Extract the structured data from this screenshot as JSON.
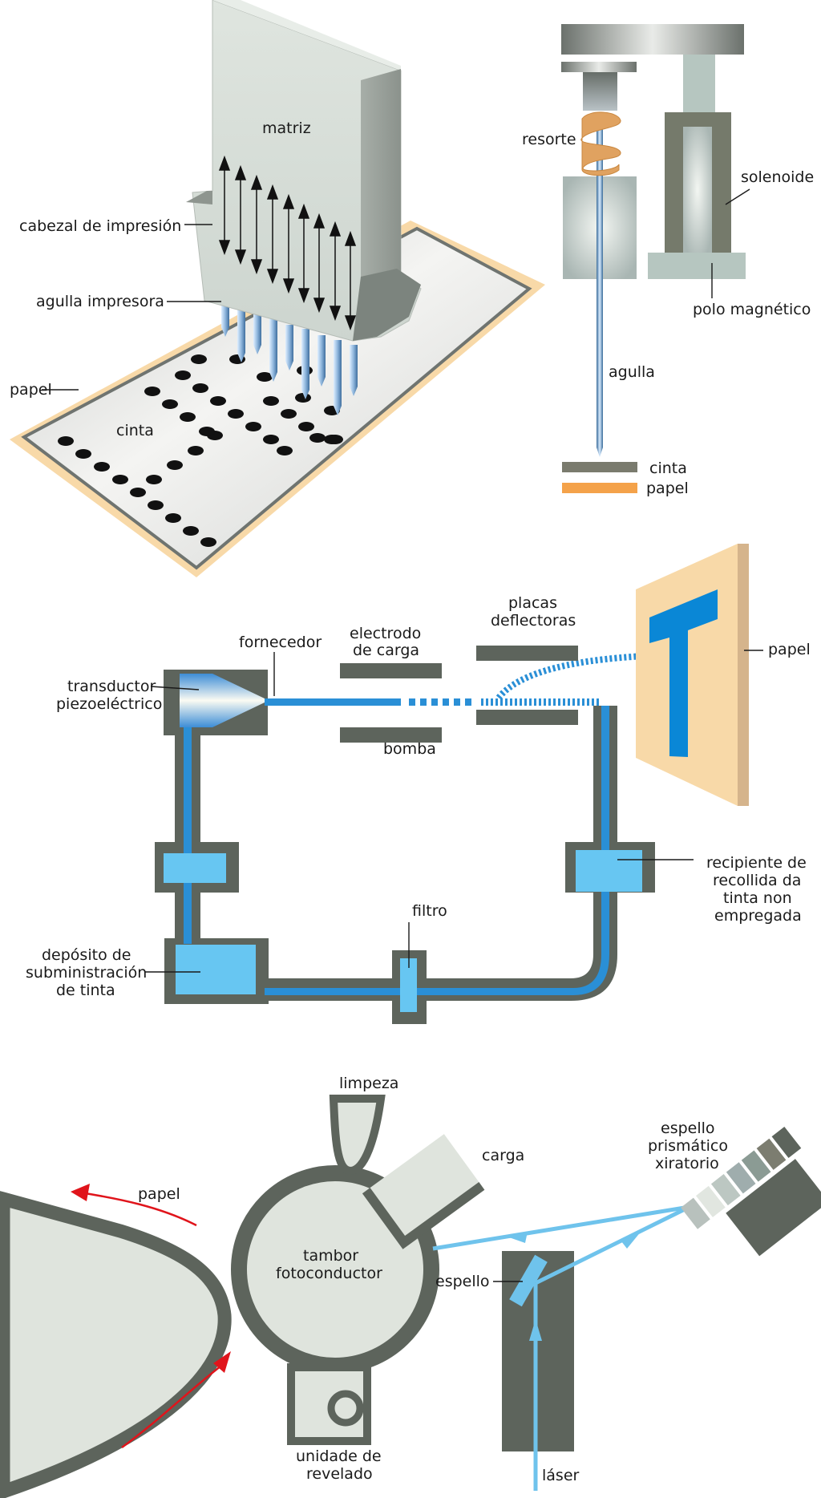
{
  "panels": {
    "dot_matrix": {
      "labels": {
        "matrix": "matriz",
        "print_head": "cabezal de impresión",
        "print_needle": "agulla impresora",
        "paper": "papel",
        "ribbon": "cinta"
      },
      "needle_count": 9
    },
    "needle_mechanism": {
      "labels": {
        "spring": "resorte",
        "solenoid": "solenoide",
        "magnetic_pole": "polo magnético",
        "needle": "agulla",
        "ribbon": "cinta",
        "paper": "papel"
      }
    },
    "inkjet": {
      "labels": {
        "supplier": "fornecedor",
        "charge_electrode_line1": "electrodo",
        "charge_electrode_line2": "de carga",
        "deflector_plates_line1": "placas",
        "deflector_plates_line2": "deflectoras",
        "paper": "papel",
        "transducer_line1": "transductor",
        "transducer_line2": "piezoeléctrico",
        "pump": "bomba",
        "filter": "filtro",
        "supply_tank_line1": "depósito de",
        "supply_tank_line2": "subministración",
        "supply_tank_line3": "de tinta",
        "recovery_line1": "recipiente de",
        "recovery_line2": "recollida da",
        "recovery_line3": "tinta non",
        "recovery_line4": "empregada"
      },
      "printed_letter": "T"
    },
    "laser": {
      "labels": {
        "cleaning": "limpeza",
        "charge": "carga",
        "paper": "papel",
        "drum_line1": "tambor",
        "drum_line2": "fotoconductor",
        "mirror": "espello",
        "prism_line1": "espello",
        "prism_line2": "prismático",
        "prism_line3": "xiratorio",
        "developer_line1": "unidade de",
        "developer_line2": "revelado",
        "laser": "láser"
      }
    }
  },
  "colors": {
    "dark_gray": "#5d645c",
    "light_gray": "#dfe4dd",
    "ink_blue": "#2a8fd6",
    "light_blue": "#67c6f2",
    "beam_blue": "#6fc3ec",
    "paper_peach": "#f8d9a8",
    "spring_orange": "#e0a260",
    "arrow_red": "#e0141b",
    "ribbon_gray": "#7a7b6e",
    "paper_orange": "#f4a24a"
  }
}
